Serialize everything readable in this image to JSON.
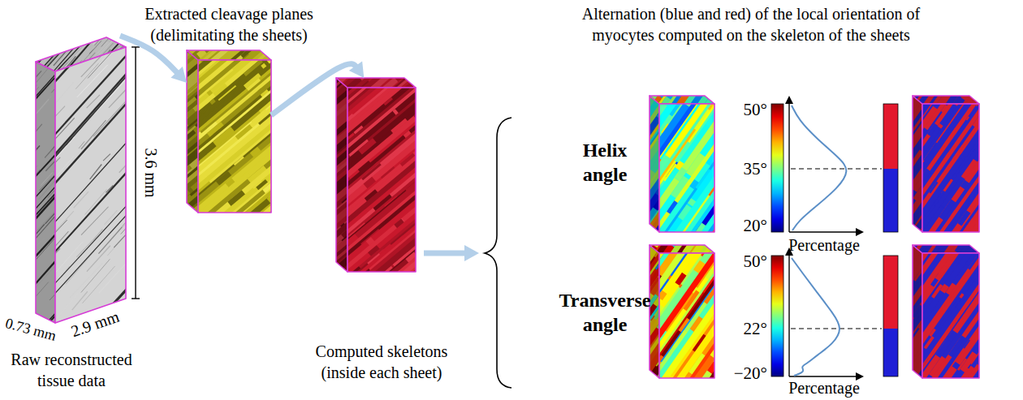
{
  "diagram": {
    "nodes": [
      {
        "text": [
          "Raw reconstructed tissue data"
        ]
      },
      {
        "text": [
          "Extracted cleavage planes (delimitating the sheets)"
        ]
      },
      {
        "text": [
          "Computed skeletons (inside each sheet)"
        ]
      }
    ],
    "edges": [
      {
        "from": 0,
        "to": 1,
        "arrow": "to"
      },
      {
        "from": 1,
        "to": 2,
        "arrow": "to"
      }
    ],
    "labels": [
      "Alternation (blue and red) of the local orientation of myocytes computed on the skeleton of the sheets",
      "3.6 mm",
      "2.9 mm",
      "0.73 mm",
      "Helix angle",
      "50°",
      "35°",
      "20°",
      "Percentage",
      "Transverse angle",
      "50°",
      "22°",
      "−20°",
      "Percentage"
    ]
  }
}
